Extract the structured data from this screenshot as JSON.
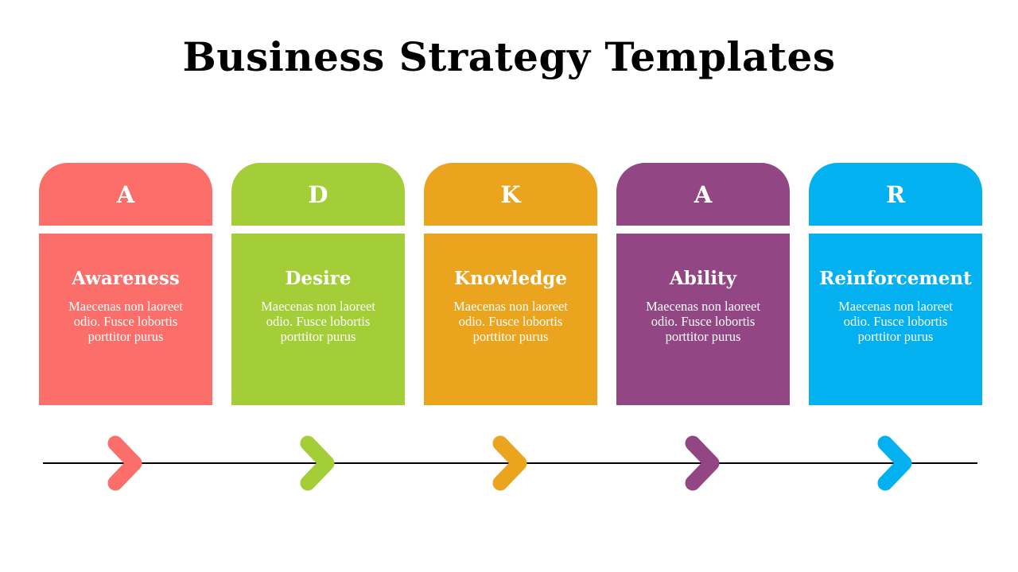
{
  "title": "Business Strategy Templates",
  "steps": [
    {
      "letter": "A",
      "name": "Awareness",
      "desc": "Maecenas non laoreet odio. Fusce lobortis porttitor purus",
      "color": "#FC6E69"
    },
    {
      "letter": "D",
      "name": "Desire",
      "desc": "Maecenas non laoreet odio. Fusce lobortis porttitor purus",
      "color": "#A3CE37"
    },
    {
      "letter": "K",
      "name": "Knowledge",
      "desc": "Maecenas non laoreet odio. Fusce lobortis porttitor purus",
      "color": "#EBA41E"
    },
    {
      "letter": "A",
      "name": "Ability",
      "desc": "Maecenas non laoreet odio. Fusce lobortis porttitor purus",
      "color": "#924683"
    },
    {
      "letter": "R",
      "name": "Reinforcement",
      "desc": "Maecenas non laoreet odio. Fusce lobortis porttitor purus",
      "color": "#03B0F0"
    }
  ]
}
